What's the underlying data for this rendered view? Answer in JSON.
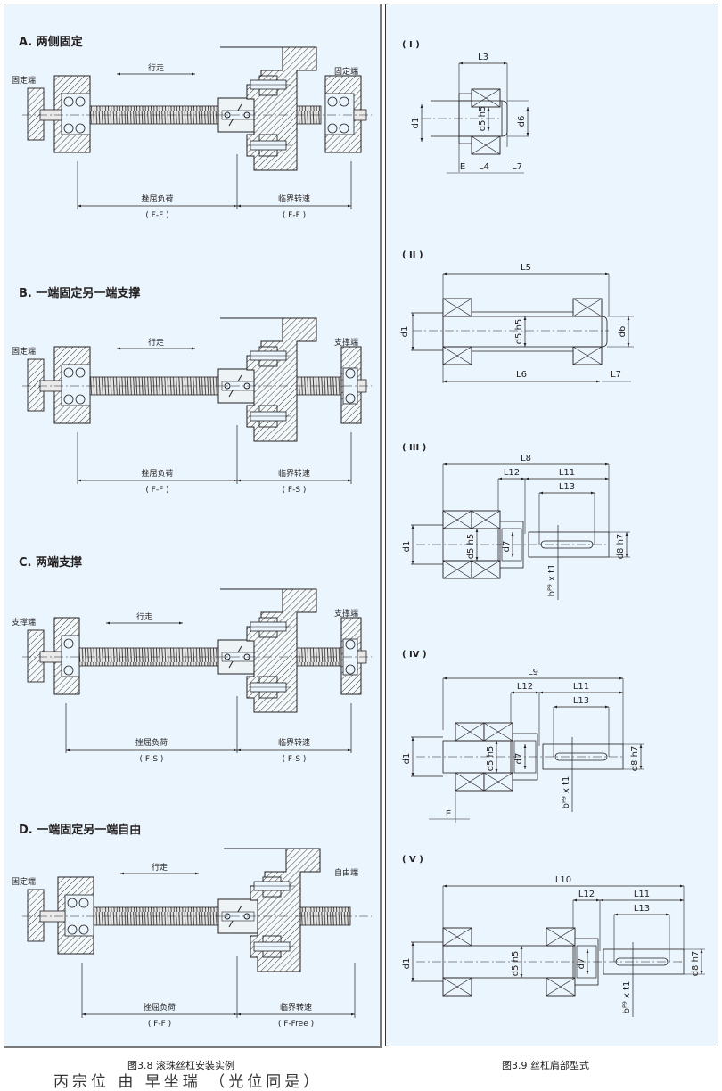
{
  "figures": {
    "left": {
      "caption": "图3.8 滚珠丝杠安装实例",
      "sections": [
        {
          "id": "A",
          "title": "A. 两侧固定",
          "left_end": "固定端",
          "right_end": "固定端",
          "travel": "行走",
          "buckling_label": "挫屈负荷",
          "buckling_mode": "( F-F )",
          "speed_label": "临界转速",
          "speed_mode": "( F-F )",
          "right_type": "fixed",
          "left_type": "fixed"
        },
        {
          "id": "B",
          "title": "B. 一端固定另一端支撑",
          "left_end": "固定端",
          "right_end": "支撑端",
          "travel": "行走",
          "buckling_label": "挫屈负荷",
          "buckling_mode": "( F-F )",
          "speed_label": "临界转速",
          "speed_mode": "( F-S )",
          "right_type": "support",
          "left_type": "fixed"
        },
        {
          "id": "C",
          "title": "C. 两端支撑",
          "left_end": "支撑端",
          "right_end": "支撑端",
          "travel": "行走",
          "buckling_label": "挫屈负荷",
          "buckling_mode": "( F-S )",
          "speed_label": "临界转速",
          "speed_mode": "( F-S )",
          "right_type": "support",
          "left_type": "support"
        },
        {
          "id": "D",
          "title": "D. 一端固定另一端自由",
          "left_end": "固定端",
          "right_end": "自由端",
          "travel": "行走",
          "buckling_label": "挫屈负荷",
          "buckling_mode": "( F-F )",
          "speed_label": "临界转速",
          "speed_mode": "( F-Free )",
          "right_type": "free",
          "left_type": "fixed"
        }
      ]
    },
    "right": {
      "caption": "图3.9 丝杠肩部型式",
      "types": [
        {
          "id": "I",
          "title": "( I )",
          "labels": [
            "L3",
            "d1",
            "d5 h5",
            "d6",
            "E",
            "L4",
            "L7"
          ]
        },
        {
          "id": "II",
          "title": "( II )",
          "labels": [
            "L5",
            "d1",
            "d5 h5",
            "d6",
            "L6",
            "L7"
          ]
        },
        {
          "id": "III",
          "title": "( III )",
          "labels": [
            "L8",
            "L12",
            "L11",
            "L13",
            "d1",
            "d5 h5",
            "d7",
            "d8 h7",
            "bᴾ⁹ x t1"
          ]
        },
        {
          "id": "IV",
          "title": "( IV )",
          "labels": [
            "L9",
            "L12",
            "L11",
            "L13",
            "d1",
            "d5 h5",
            "d7",
            "d8 h7",
            "bᴾ⁹ x t1",
            "E"
          ]
        },
        {
          "id": "V",
          "title": "( V )",
          "labels": [
            "L10",
            "L12",
            "L11",
            "L13",
            "d1",
            "d5 h5",
            "d7",
            "d8 h7",
            "bᴾ⁹ x t1"
          ]
        }
      ]
    }
  },
  "truncated_body_text": "丙宗位 由 早坐瑞 （光位同是）",
  "colors": {
    "panel_bg": "#eaf5fd",
    "line": "#231f20",
    "hatch": "#3a3a3a"
  }
}
